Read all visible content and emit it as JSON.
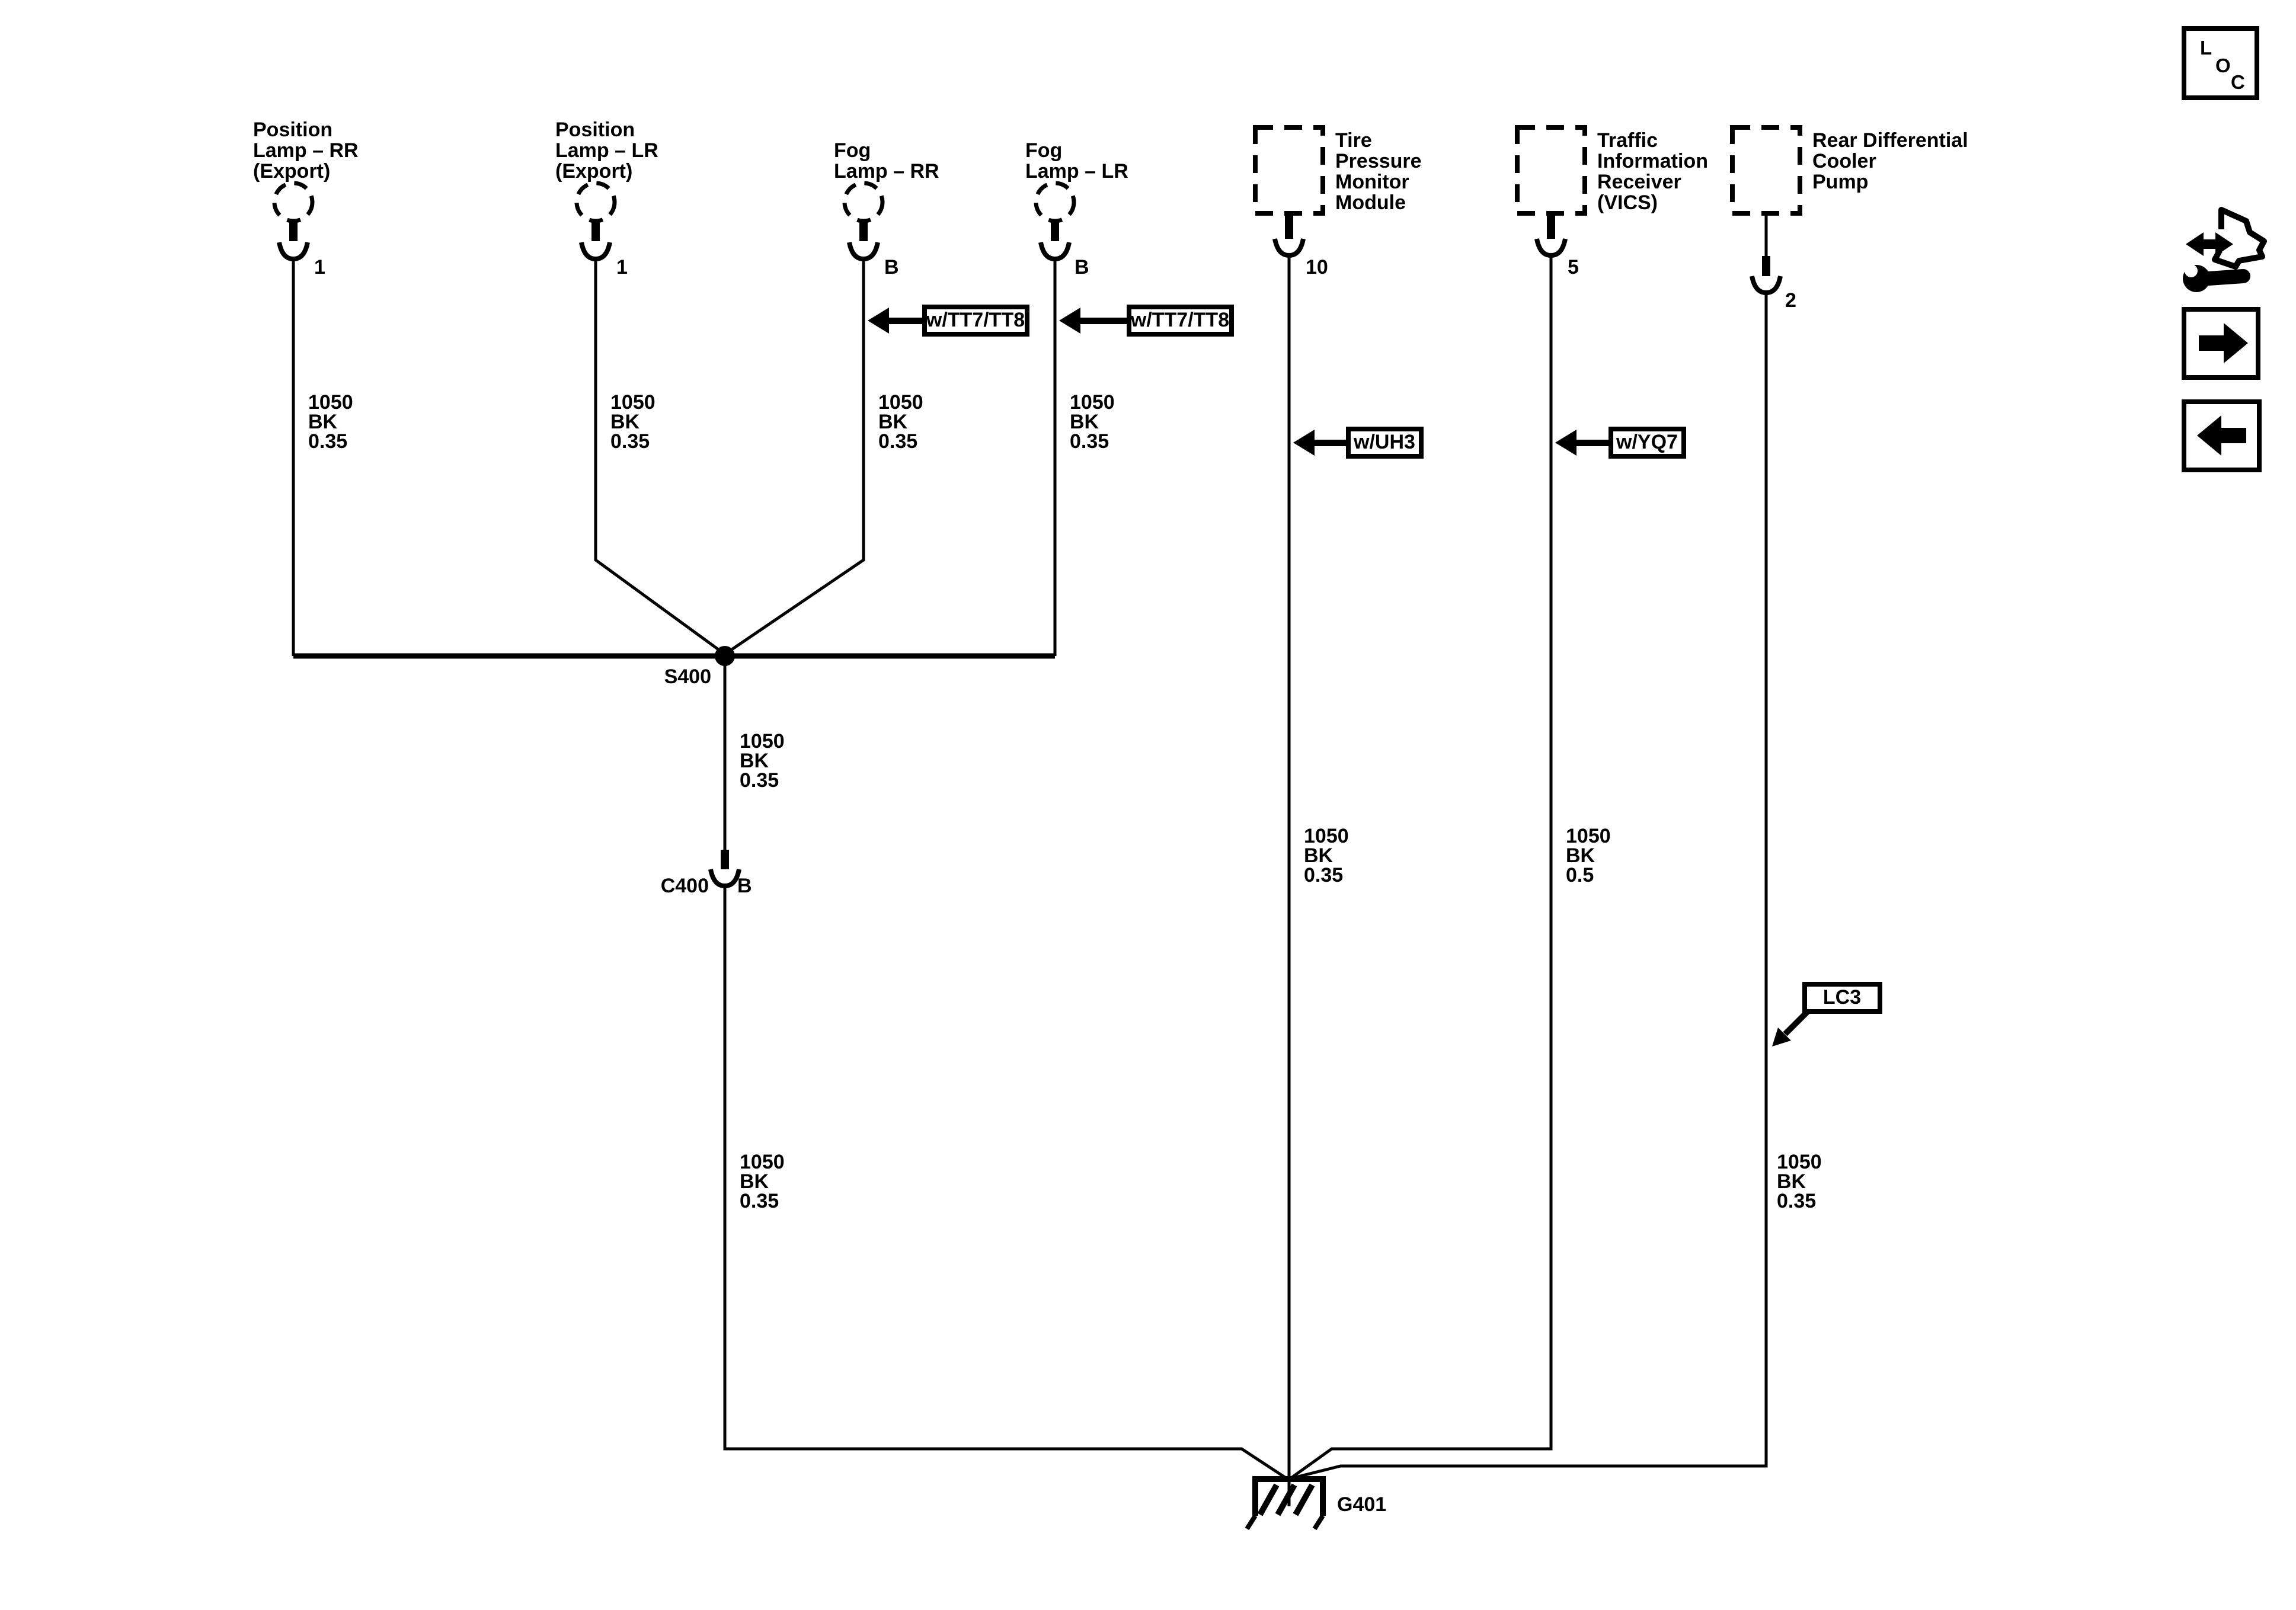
{
  "diagram": {
    "components": [
      {
        "id": "position-lamp-rr",
        "lines": [
          "Position",
          "Lamp – RR",
          "(Export)"
        ],
        "pin": "1"
      },
      {
        "id": "position-lamp-lr",
        "lines": [
          "Position",
          "Lamp – LR",
          "(Export)"
        ],
        "pin": "1"
      },
      {
        "id": "fog-lamp-rr",
        "lines": [
          "Fog",
          "Lamp – RR"
        ],
        "pin": "B"
      },
      {
        "id": "fog-lamp-lr",
        "lines": [
          "Fog",
          "Lamp – LR"
        ],
        "pin": "B"
      },
      {
        "id": "tire-pressure-monitor-module",
        "lines": [
          "Tire",
          "Pressure",
          "Monitor",
          "Module"
        ],
        "pin": "10"
      },
      {
        "id": "traffic-information-receiver",
        "lines": [
          "Traffic",
          "Information",
          "Receiver",
          "(VICS)"
        ],
        "pin": "5"
      },
      {
        "id": "rear-differential-cooler-pump",
        "lines": [
          "Rear Differential",
          "Cooler",
          "Pump"
        ],
        "pin": "2"
      }
    ],
    "wire_labels": [
      {
        "lines": [
          "1050",
          "BK",
          "0.35"
        ]
      },
      {
        "lines": [
          "1050",
          "BK",
          "0.35"
        ]
      },
      {
        "lines": [
          "1050",
          "BK",
          "0.35"
        ]
      },
      {
        "lines": [
          "1050",
          "BK",
          "0.35"
        ]
      },
      {
        "lines": [
          "1050",
          "BK",
          "0.35"
        ]
      },
      {
        "lines": [
          "1050",
          "BK",
          "0.5"
        ]
      },
      {
        "lines": [
          "1050",
          "BK",
          "0.35"
        ]
      },
      {
        "lines": [
          "1050",
          "BK",
          "0.35"
        ]
      },
      {
        "lines": [
          "1050",
          "BK",
          "0.35"
        ]
      }
    ],
    "callouts": {
      "tt7_rr": "w/TT7/TT8",
      "tt7_lr": "w/TT7/TT8",
      "uh3": "w/UH3",
      "yq7": "w/YQ7",
      "lc3": "LC3"
    },
    "splice": "S400",
    "connector": "C400",
    "connector_pin": "B",
    "ground": "G401"
  },
  "toolbar": {
    "loc": {
      "l": "L",
      "o": "O",
      "c": "C"
    }
  },
  "colors": {
    "ink": "#000000",
    "paper": "#ffffff"
  }
}
